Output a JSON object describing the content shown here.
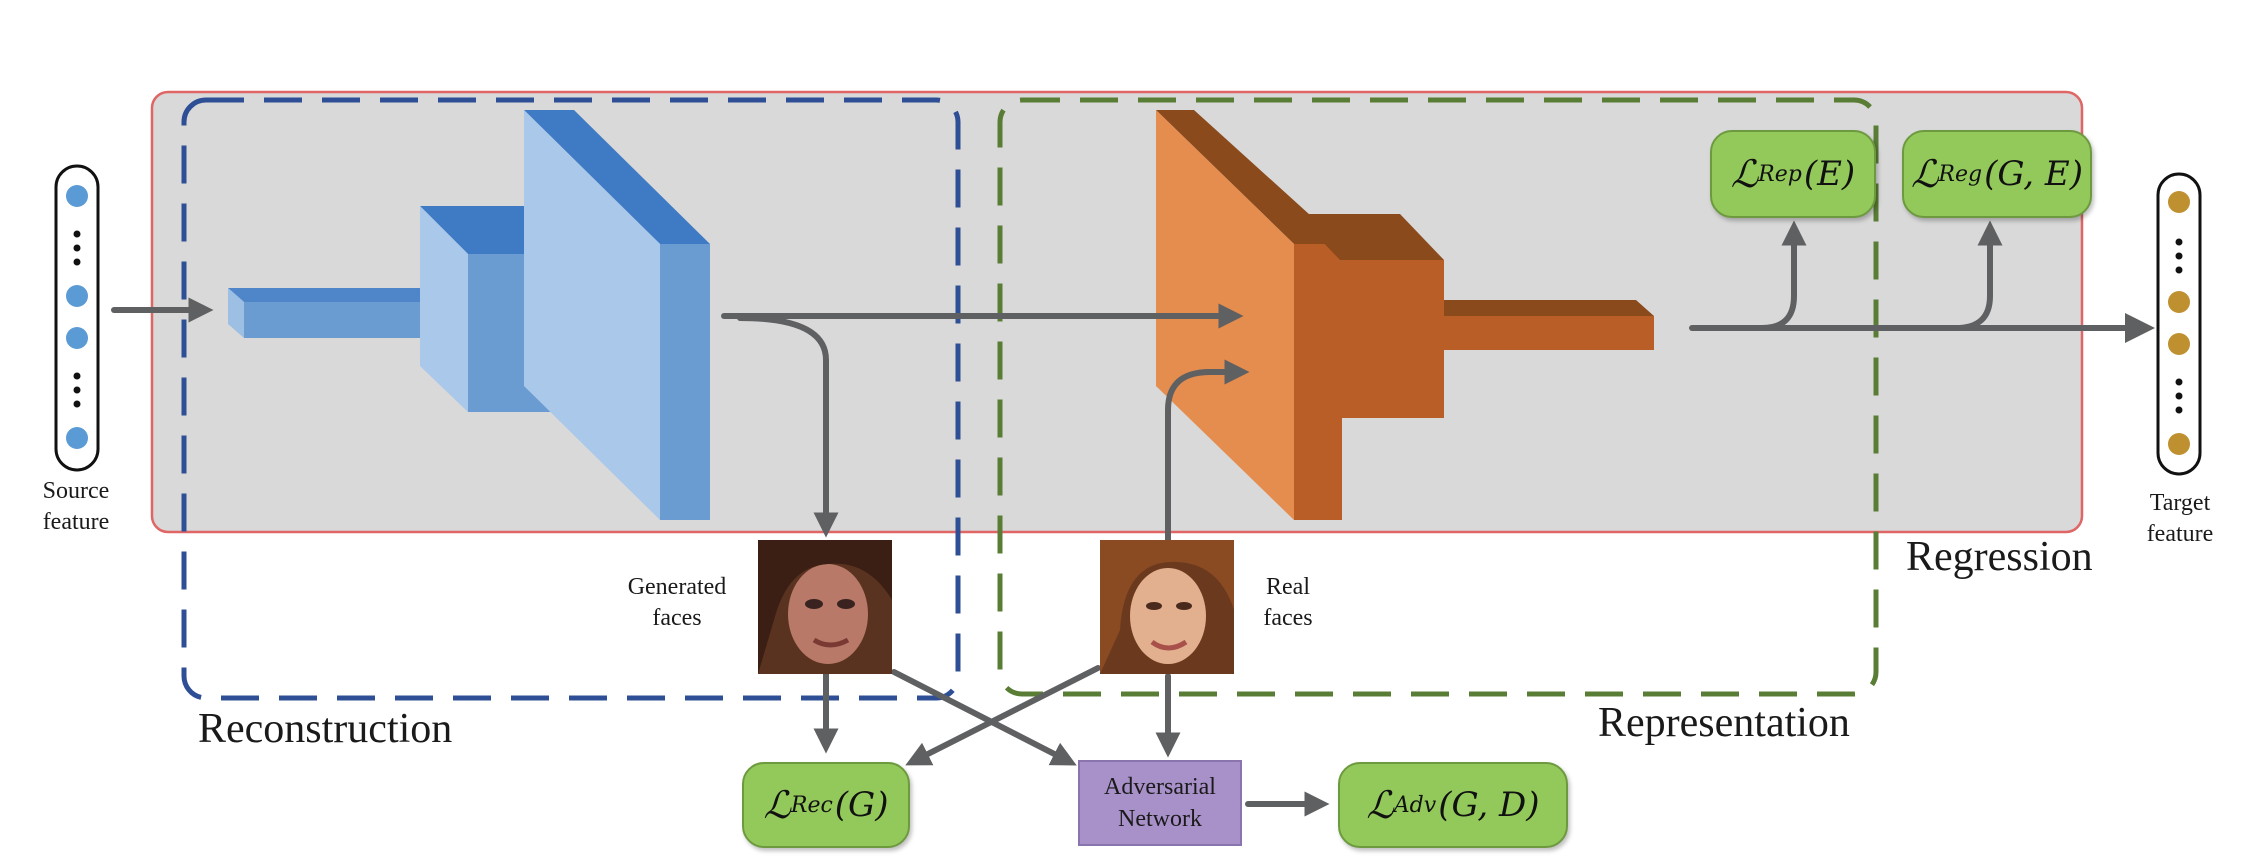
{
  "labels": {
    "source_feature": "Source feature",
    "target_feature": "Target feature",
    "generated_faces": "Generated faces",
    "real_faces": "Real faces",
    "regression": "Regression",
    "reconstruction": "Reconstruction",
    "representation": "Representation",
    "adversarial_network": "Adversarial Network"
  },
  "losses": {
    "rep": {
      "symbol": "ℒ",
      "sub": "Rep",
      "args": "(E)"
    },
    "reg": {
      "symbol": "ℒ",
      "sub": "Reg",
      "args": "(G, E)"
    },
    "rec": {
      "symbol": "ℒ",
      "sub": "Rec",
      "args": "(G)"
    },
    "adv": {
      "symbol": "ℒ",
      "sub": "Adv",
      "args": "(G, D)"
    }
  },
  "colors": {
    "regression_box": "#d9d9d9",
    "regression_border": "#e06666",
    "reconstruction_border": "#2e4f95",
    "representation_border": "#5a7d36",
    "generator_blue": "#6a9bd1",
    "encoder_orange": "#d9793a",
    "loss_green": "#93c95b",
    "adversarial_purple": "#a890c9",
    "arrow_gray": "#5f6062",
    "source_dot": "#5b9bd5",
    "target_dot": "#bf9030"
  },
  "icons": {
    "generated_face": "face-thumbnail",
    "real_face": "face-thumbnail"
  }
}
